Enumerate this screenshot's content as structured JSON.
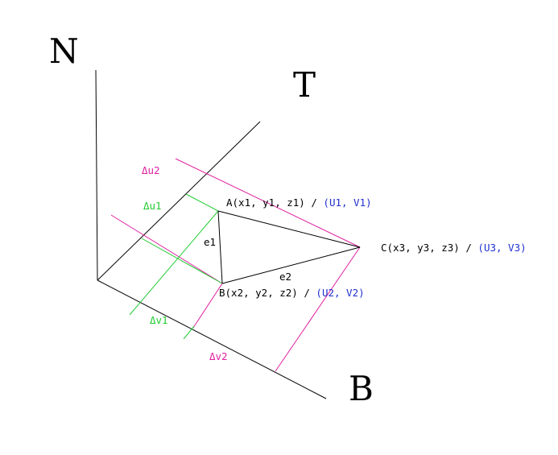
{
  "colors": {
    "axis": "#000000",
    "magenta": "#e020a0",
    "green": "#22cc33",
    "blue": "#2030d0",
    "text": "#000000"
  },
  "axes": {
    "n": "N",
    "t": "T",
    "b": "B"
  },
  "vertices": {
    "a": {
      "coords": "A(x1, y1, z1)",
      "sep": " / ",
      "uv": "(U1,  V1)"
    },
    "b": {
      "coords": "B(x2, y2, z2)",
      "sep": " / ",
      "uv": "(U2, V2)"
    },
    "c": {
      "coords": "C(x3, y3, z3)",
      "sep": " / ",
      "uv": "(U3, V3)"
    }
  },
  "edges": {
    "e1": "e1",
    "e2": "e2"
  },
  "deltas": {
    "du2": "Δu2",
    "du1": "Δu1",
    "dv1": "Δv1",
    "dv2": "Δv2"
  }
}
